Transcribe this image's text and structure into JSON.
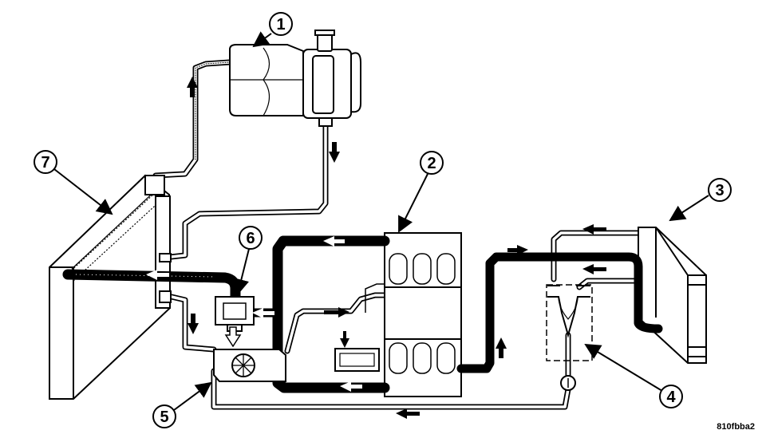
{
  "figure_id": "810fbba2",
  "callouts": [
    {
      "number": "1",
      "component": "coolant-recovery-bottle"
    },
    {
      "number": "2",
      "component": "engine-block"
    },
    {
      "number": "3",
      "component": "heater-core"
    },
    {
      "number": "4",
      "component": "heater-valve-assembly"
    },
    {
      "number": "5",
      "component": "water-pump"
    },
    {
      "number": "6",
      "component": "thermostat"
    },
    {
      "number": "7",
      "component": "radiator"
    }
  ],
  "colors": {
    "line": "#000000",
    "background": "#ffffff"
  }
}
